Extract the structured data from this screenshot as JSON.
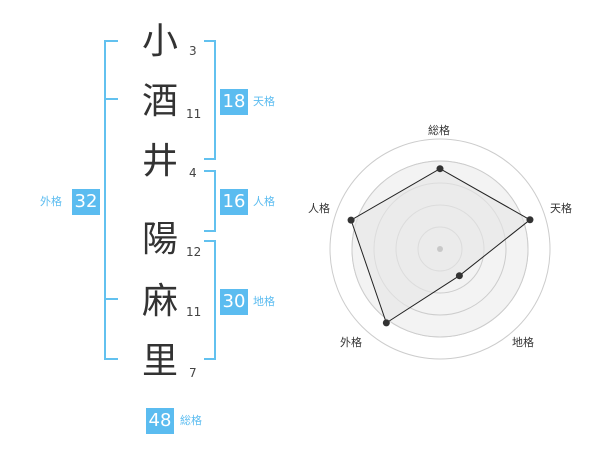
{
  "name_chars": [
    {
      "char": "小",
      "strokes": "3"
    },
    {
      "char": "酒",
      "strokes": "11"
    },
    {
      "char": "井",
      "strokes": "4"
    },
    {
      "char": "陽",
      "strokes": "12"
    },
    {
      "char": "麻",
      "strokes": "11"
    },
    {
      "char": "里",
      "strokes": "7"
    }
  ],
  "fortunes": {
    "tenkaku": {
      "value": "18",
      "label": "天格"
    },
    "jinkaku": {
      "value": "16",
      "label": "人格"
    },
    "chikaku": {
      "value": "30",
      "label": "地格"
    },
    "gaikaku": {
      "value": "32",
      "label": "外格"
    },
    "soukaku": {
      "value": "48",
      "label": "総格"
    }
  },
  "radar": {
    "axes": [
      "総格",
      "天格",
      "地格",
      "外格",
      "人格"
    ],
    "values": [
      0.73,
      0.86,
      0.3,
      0.83,
      0.85
    ],
    "colors": {
      "fill": "#f0f0f0",
      "line": "#222222",
      "ring": "#cccccc"
    }
  },
  "colors": {
    "accent": "#5bbcf0",
    "bracket": "#62c1ef"
  }
}
